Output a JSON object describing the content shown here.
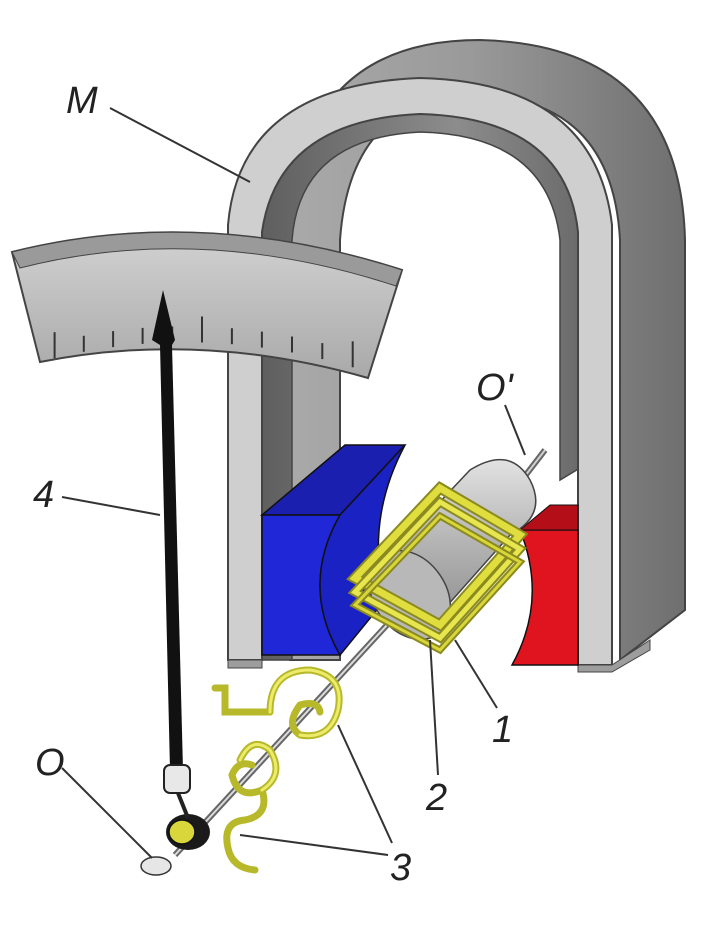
{
  "labels": {
    "magnet": "M",
    "axis_top": "O'",
    "axis_bottom": "O",
    "part_1": "1",
    "part_2": "2",
    "part_3": "3",
    "part_4": "4"
  },
  "colors": {
    "magnet_face": "#c9c9c9",
    "magnet_side": "#8f8f8f",
    "magnet_inner": "#7a7a7a",
    "pole_north": "#1f27d6",
    "pole_south": "#e0141e",
    "coil": "#d8d63a",
    "spring": "#d4d640",
    "core": "#b9b9b9",
    "scale": "#bdbdbd",
    "pointer": "#111111",
    "leader": "#333333"
  },
  "scale": {
    "tick_count": 11
  }
}
